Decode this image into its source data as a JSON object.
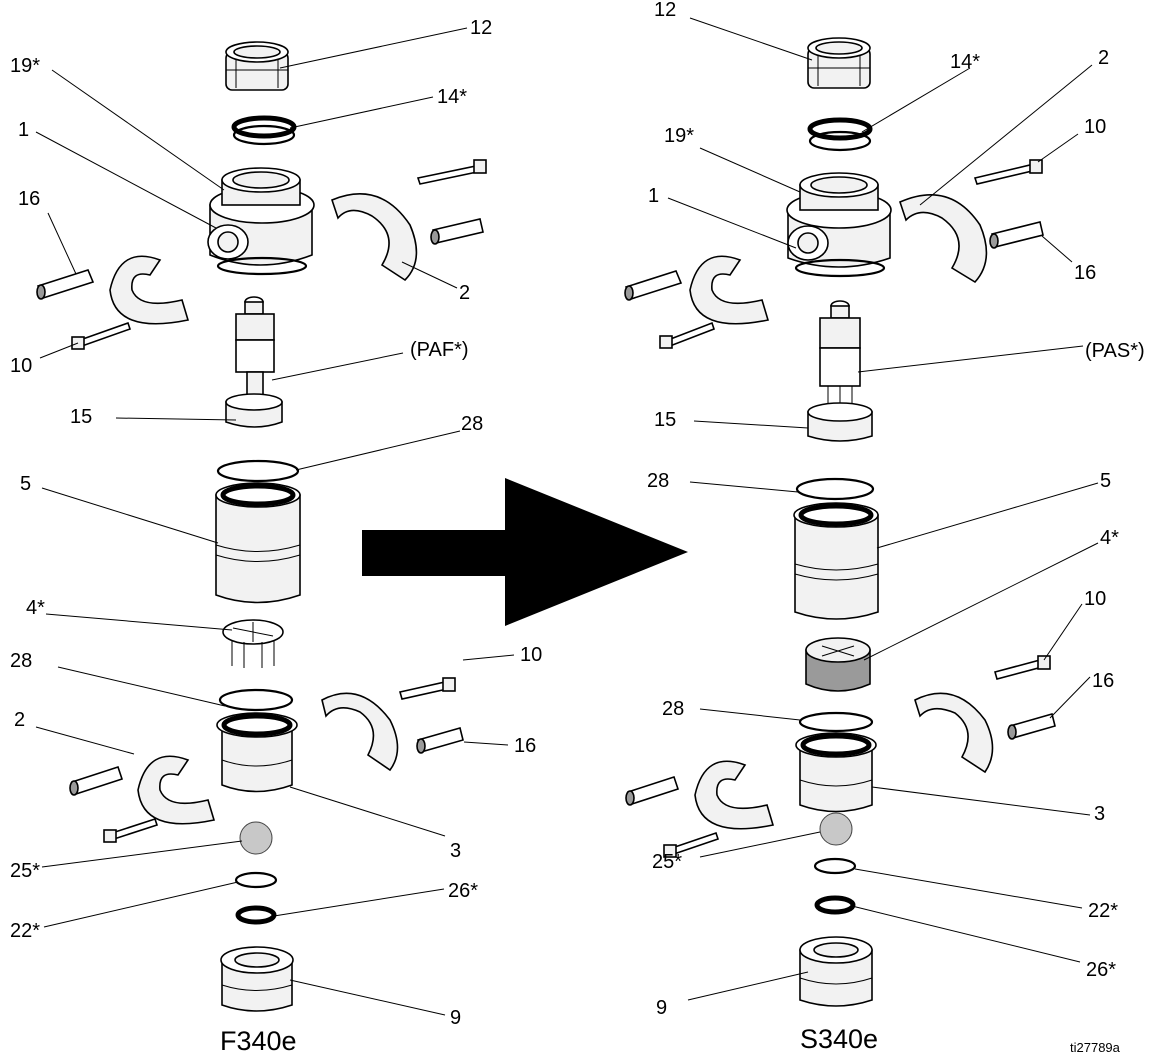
{
  "left": {
    "caption": "F340e",
    "labels": [
      "12",
      "19*",
      "14*",
      "1",
      "16",
      "2",
      "10",
      "(PAF*)",
      "15",
      "28",
      "5",
      "4*",
      "28",
      "10",
      "2",
      "16",
      "3",
      "25*",
      "22*",
      "26*",
      "9"
    ]
  },
  "right": {
    "caption": "S340e",
    "labels": [
      "12",
      "14*",
      "2",
      "19*",
      "10",
      "1",
      "16",
      "(PAS*)",
      "15",
      "28",
      "5",
      "4*",
      "10",
      "16",
      "28",
      "3",
      "25*",
      "22*",
      "26*",
      "9"
    ]
  },
  "figure_ref": "ti27789a"
}
